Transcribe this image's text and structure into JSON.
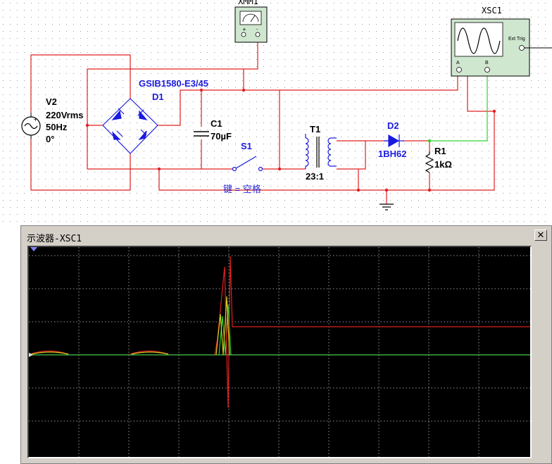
{
  "schematic": {
    "voltmeter_label": "XMM1",
    "scope_label": "XSC1",
    "scope_panel": {
      "ext_trig_label": "Ext Trig",
      "channel_a": "A",
      "channel_b": "B"
    },
    "source": {
      "name": "V2",
      "voltage": "220Vrms",
      "frequency": "50Hz",
      "phase": "0°"
    },
    "bridge": {
      "part": "GSIB1580-E3/45",
      "name": "D1"
    },
    "capacitor": {
      "name": "C1",
      "value": "70µF"
    },
    "switch": {
      "name": "S1",
      "key_hint": "键 = 空格"
    },
    "transformer": {
      "name": "T1",
      "ratio": "23:1"
    },
    "diode": {
      "name": "D2",
      "part": "1BH62"
    },
    "resistor": {
      "name": "R1",
      "value": "1kΩ"
    },
    "colors": {
      "wire_red": "#e02020",
      "wire_green": "#30d030",
      "component_blue": "#1a1adf",
      "scope_bg": "#000000",
      "trace_a": "#e02020",
      "trace_b": "#30d030"
    }
  },
  "scope_window": {
    "title": "示波器-XSC1",
    "close_glyph": "✕"
  }
}
